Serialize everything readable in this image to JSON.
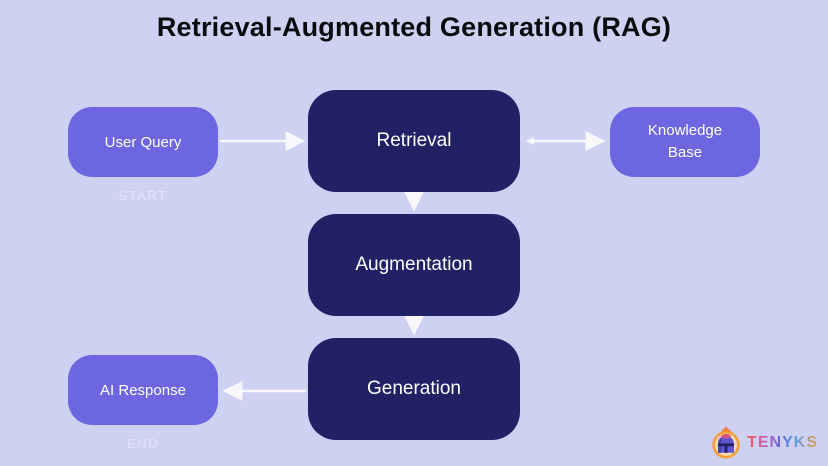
{
  "title": "Retrieval-Augmented Generation (RAG)",
  "nodes": {
    "user_query": {
      "label": "User Query",
      "role": "input",
      "color": "#6c66e0"
    },
    "retrieval": {
      "label": "Retrieval",
      "role": "process",
      "color": "#212166"
    },
    "knowledge_base": {
      "label": "Knowledge Base",
      "role": "datastore",
      "color": "#6c66e0"
    },
    "augmentation": {
      "label": "Augmentation",
      "role": "process",
      "color": "#212166"
    },
    "generation": {
      "label": "Generation",
      "role": "process",
      "color": "#212166"
    },
    "ai_response": {
      "label": "AI Response",
      "role": "output",
      "color": "#6c66e0"
    }
  },
  "labels": {
    "start": "START",
    "end": "END"
  },
  "edges": [
    {
      "from": "user_query",
      "to": "retrieval",
      "arrows": "forward"
    },
    {
      "from": "retrieval",
      "to": "knowledge_base",
      "arrows": "both"
    },
    {
      "from": "retrieval",
      "to": "augmentation",
      "arrows": "forward"
    },
    {
      "from": "augmentation",
      "to": "generation",
      "arrows": "forward"
    },
    {
      "from": "generation",
      "to": "ai_response",
      "arrows": "forward"
    }
  ],
  "colors": {
    "background": "#cfd1f2",
    "node_purple": "#6c66e0",
    "node_navy": "#212166",
    "arrow": "#f8f8fc",
    "title_text": "#0b0b0f",
    "node_text": "#ffffff",
    "caption_text": "#e2e3f8"
  },
  "logo": {
    "brand": "TENYKS",
    "icon": "helmet-flame-icon"
  }
}
